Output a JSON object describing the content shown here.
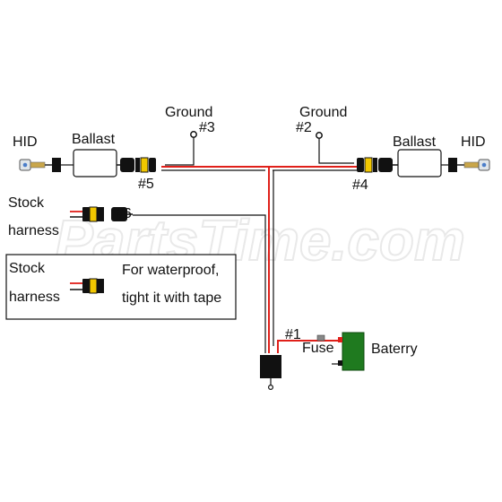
{
  "labels": {
    "hid_left": "HID",
    "ballast_left": "Ballast",
    "ground3_word": "Ground",
    "ground3_id": "#3",
    "ground2_word": "Ground",
    "ground2_id": "#2",
    "ballast_right": "Ballast",
    "hid_right": "HID",
    "conn5": "#5",
    "conn4": "#4",
    "stock_line1": "Stock",
    "stock_line2": "harness",
    "conn6": "#6",
    "relay_id": "#1",
    "fuse": "Fuse",
    "battery": "Baterry"
  },
  "legend": {
    "stock_line1": "Stock",
    "stock_line2": "harness",
    "note_line1": "For waterproof,",
    "note_line2": "tight it with tape"
  },
  "watermark": "PartsTime.com",
  "colors": {
    "wire_red": "#e0201a",
    "wire_black": "#111111",
    "battery_green": "#1f7a1f",
    "connector_yellow": "#f2c700",
    "ballast_fill": "#ffffff"
  }
}
